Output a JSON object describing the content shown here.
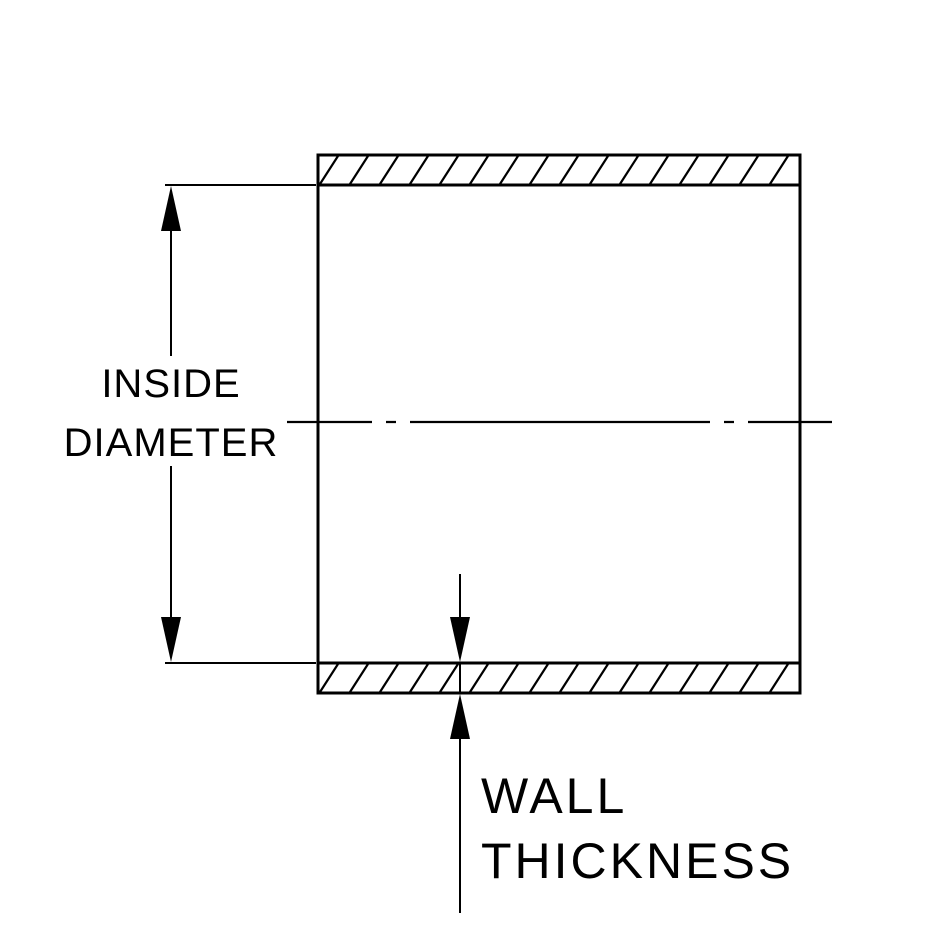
{
  "page": {
    "background_color": "#ffffff"
  },
  "diagram": {
    "type": "technical-drawing",
    "subject": "hose-coupler-cross-section",
    "line_color": "#000000",
    "labels": {
      "inside_diameter": {
        "line1": "INSIDE",
        "line2": "DIAMETER"
      },
      "wall_thickness": {
        "line1": "WALL",
        "line2": "THICKNESS"
      }
    }
  }
}
